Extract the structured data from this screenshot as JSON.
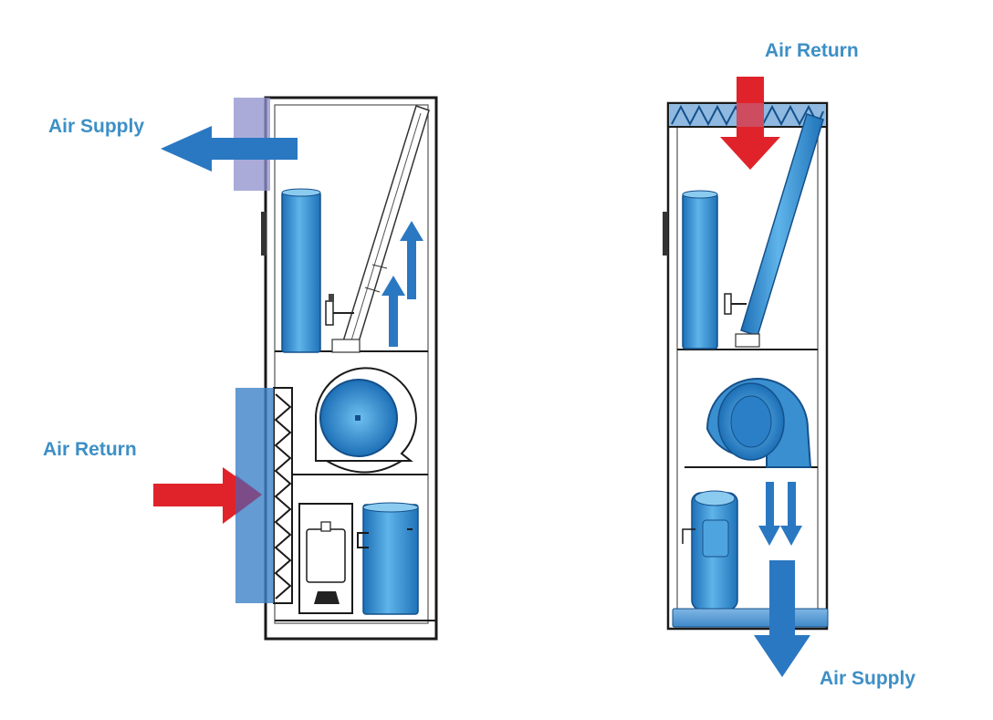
{
  "left_unit": {
    "air_supply_label": "Air Supply",
    "air_return_label": "Air Return"
  },
  "right_unit": {
    "air_return_label": "Air Return",
    "air_supply_label": "Air Supply"
  },
  "colors": {
    "label_text": "#3d8fc6",
    "supply_arrow": "#2a78c2",
    "return_arrow": "#e0232a",
    "component_blue": "#3a8fd0",
    "frame_outline": "#1a1a1a"
  }
}
